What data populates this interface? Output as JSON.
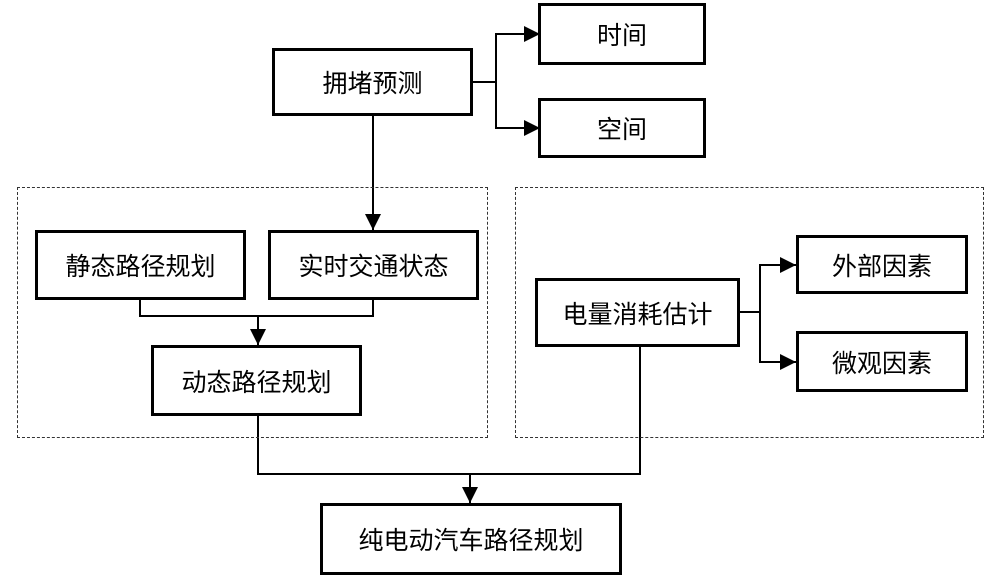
{
  "nodes": {
    "congestion": "拥堵预测",
    "time": "时间",
    "space": "空间",
    "static_path": "静态路径规划",
    "realtime_traffic": "实时交通状态",
    "dynamic_path": "动态路径规划",
    "energy_estimate": "电量消耗估计",
    "external": "外部因素",
    "micro": "微观因素",
    "ev_path": "纯电动汽车路径规划"
  }
}
